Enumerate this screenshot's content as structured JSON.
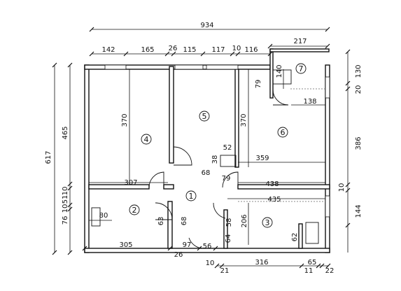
{
  "dimensions": {
    "total_width": "934",
    "top_segments": [
      "142",
      "165",
      "26",
      "115",
      "117",
      "10",
      "116"
    ],
    "balcony_width": "217",
    "right_segments": [
      "130",
      "20",
      "386",
      "10",
      "144"
    ],
    "left_segments": [
      "617",
      "465",
      "10",
      "51",
      "10",
      "76"
    ],
    "interior": {
      "room4_height": "370",
      "room5_height": "370",
      "room6_width": "359",
      "room7_height": "140",
      "room7_width": "138",
      "d79_top": "79",
      "d52": "52",
      "d38": "38",
      "d68_top": "68",
      "d79_hall": "79",
      "d307": "307",
      "d438": "438",
      "d435": "435",
      "d80": "80",
      "d63": "63",
      "d68_hall": "68",
      "d206": "206",
      "d58": "58",
      "d64": "64",
      "d62": "62"
    },
    "bottom_segments": [
      "305",
      "97",
      "56",
      "26"
    ],
    "bottom2_segments": [
      "10",
      "316",
      "65",
      "21",
      "11",
      "22"
    ]
  },
  "rooms": [
    "1",
    "2",
    "3",
    "4",
    "5",
    "6",
    "7"
  ]
}
